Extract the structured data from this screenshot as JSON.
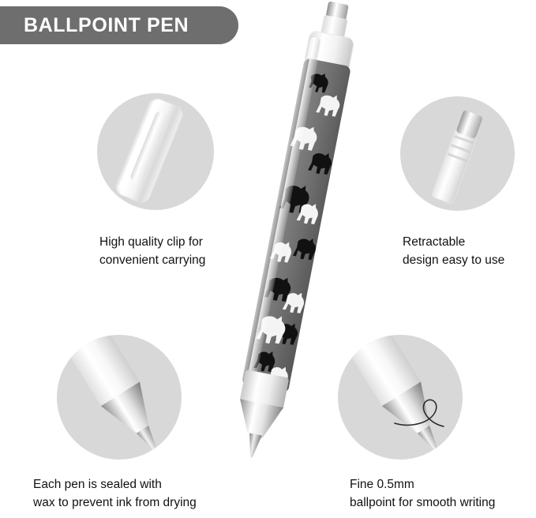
{
  "banner": {
    "title": "BALLPOINT PEN",
    "bg_color": "#6e6e6e",
    "text_color": "#ffffff"
  },
  "callouts": [
    {
      "id": "clip",
      "icon": "pen-clip-closeup",
      "caption_line1": "High quality clip for",
      "caption_line2": "convenient carrying"
    },
    {
      "id": "retractable",
      "icon": "pen-plunger-closeup",
      "caption_line1": "Retractable",
      "caption_line2": "design easy to use"
    },
    {
      "id": "sealed-wax",
      "icon": "pen-tip-closeup",
      "caption_line1": "Each pen is sealed with",
      "caption_line2": "wax to prevent ink from drying"
    },
    {
      "id": "fine-point",
      "icon": "pen-tip-writing-closeup",
      "caption_line1": "Fine 0.5mm",
      "caption_line2": "ballpoint for smooth writing"
    }
  ],
  "product": {
    "name": "Ballpoint Pen",
    "barrel_pattern": "dog-silhouettes",
    "barrel_color": "#7b7b7b",
    "accent_color": "#ffffff",
    "background_color": "#ffffff"
  }
}
